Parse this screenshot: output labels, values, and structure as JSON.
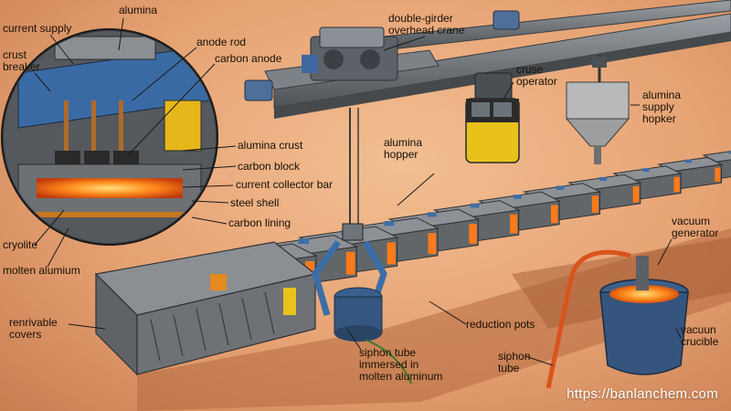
{
  "labels": {
    "alumina": "alumina",
    "current_supply": "current supply",
    "crust_breaker": "crust\nbreaker",
    "anode_rod": "anode rod",
    "carbon_anode": "carbon anode",
    "alumina_crust": "alumina crust",
    "carbon_block": "carbon block",
    "current_collector_bar": "current collector bar",
    "steel_shell": "steel shell",
    "carbon_lining": "carbon lining",
    "cryolite": "cryolite",
    "molten_aluminum": "molten alumium",
    "double_girder_crane": "double-girder\noverhead crane",
    "crane_operator": "cruse\noperator",
    "alumina_supply_hopper": "alumina\nsupply\nhopker",
    "alumina_hopper": "alumina\nhopper",
    "vacuum_generator": "vacuum\ngenerator",
    "removable_covers": "renrivable\ncovers",
    "reduction_pots": "reduction pots",
    "siphon_tube_immersed": "siphon tube\nimmersed in\nmolten aluminum",
    "siphon_tube": "siphon\ntube",
    "vacuum_crucible": "vacuun\ncrucible"
  },
  "watermark": "https://banlanchem.com",
  "colors": {
    "background": "#e8a878",
    "steel": "#6f7377",
    "molten": "#ff7a1a",
    "cell_blue": "#3c6fa8",
    "operator_cab": "#e8c21a"
  },
  "pots_count": 12
}
